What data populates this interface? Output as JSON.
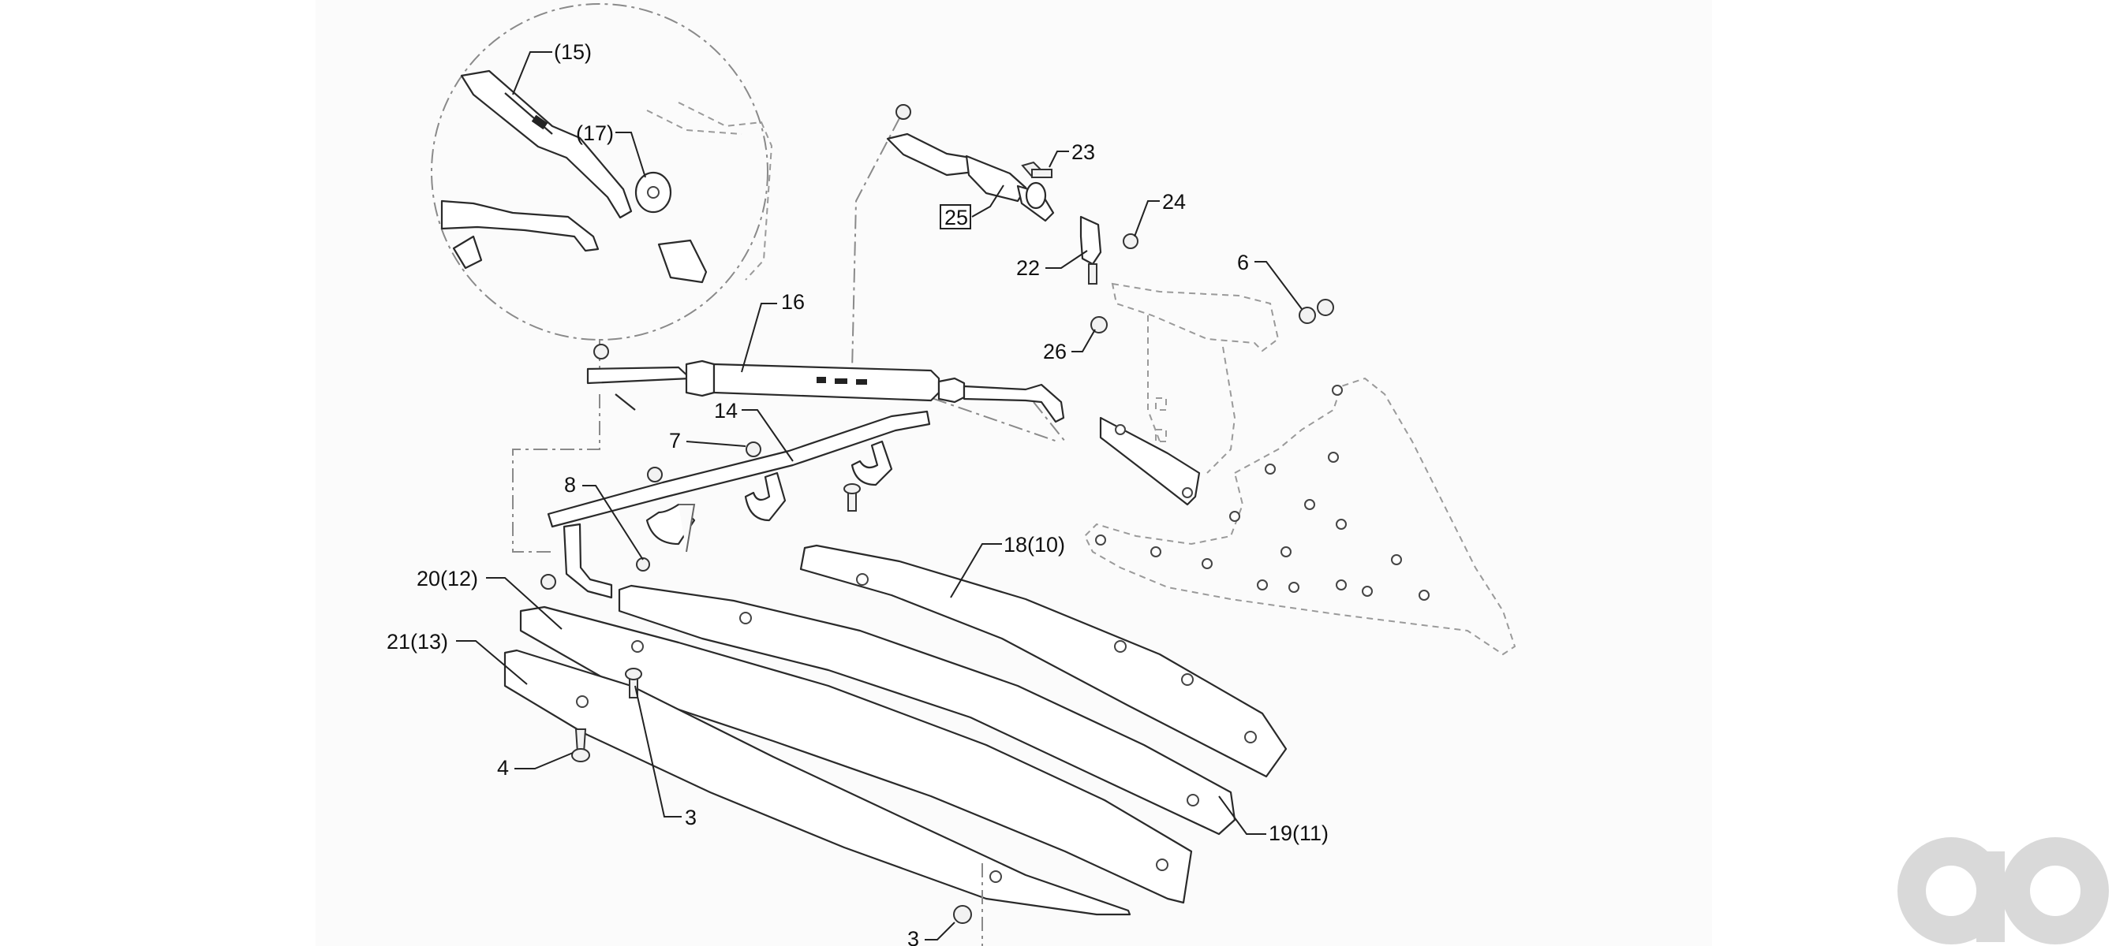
{
  "callouts": {
    "c15": "(15)",
    "c17": "(17)",
    "c16": "16",
    "c14": "14",
    "c7": "7",
    "c8": "8",
    "c20": "20(12)",
    "c21": "21(13)",
    "c4": "4",
    "c3a": "3",
    "c3b": "3",
    "c18": "18(10)",
    "c19": "19(11)",
    "c23": "23",
    "c25": "25",
    "c24": "24",
    "c22": "22",
    "c6": "6",
    "c26": "26"
  },
  "icons": {
    "watermark": "ao-logo-icon"
  },
  "colors": {
    "line": "#2a2a2a",
    "dash": "#8a8a8a",
    "watermark": "#d9d9d9"
  }
}
